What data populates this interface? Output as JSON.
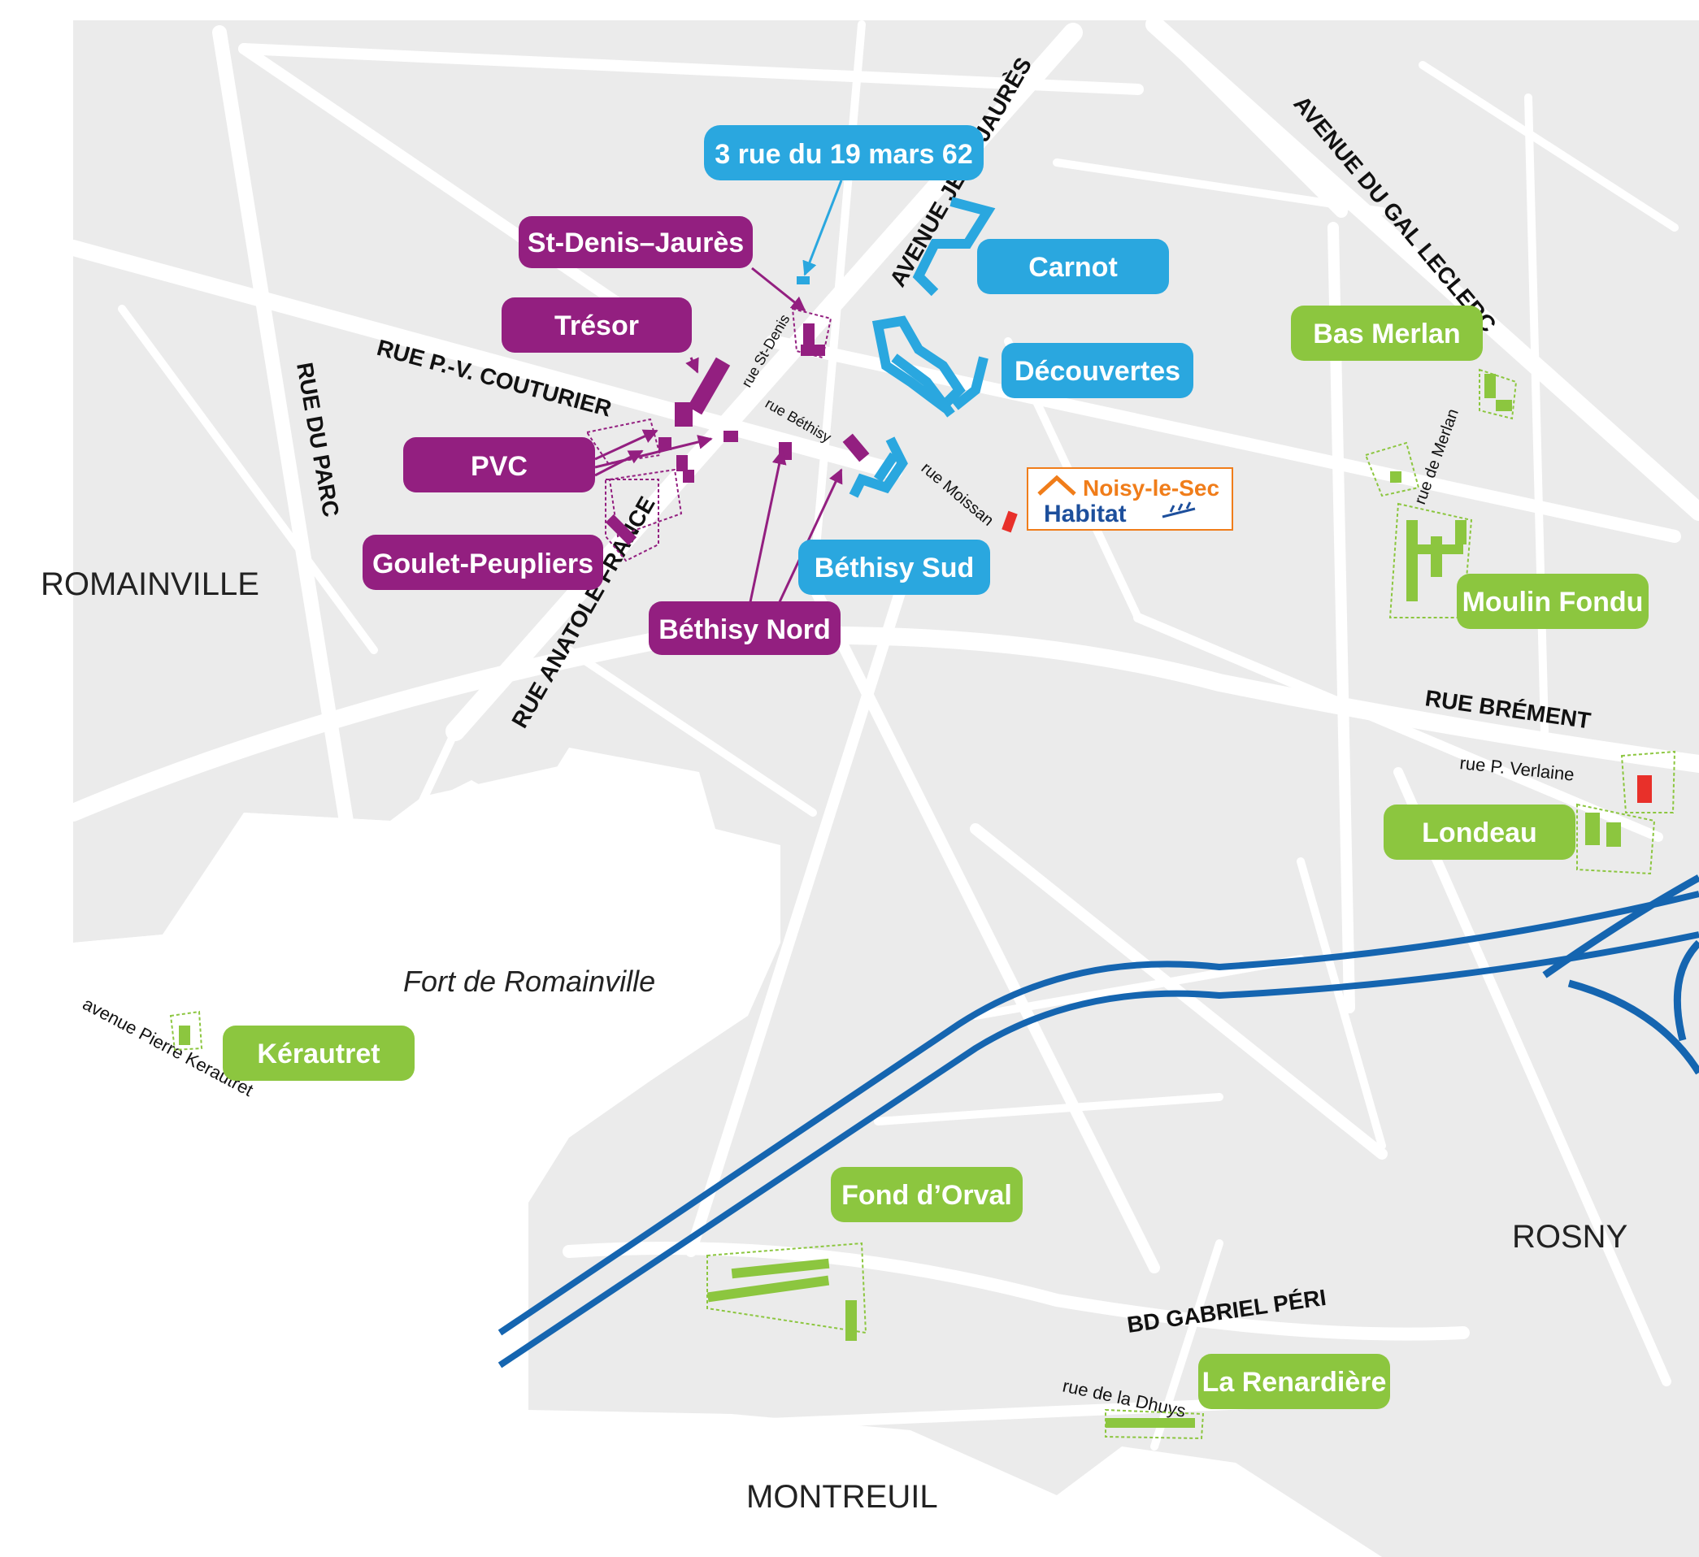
{
  "colors": {
    "background": "#ffffff",
    "land": "#ebebeb",
    "road": "#ffffff",
    "highway": "#1565b0",
    "purple": "#931f80",
    "blue": "#2aa7df",
    "green": "#8cc63f",
    "red": "#e8302a"
  },
  "towns": {
    "romainville": "ROMAINVILLE",
    "rosny": "ROSNY",
    "montreuil": "MONTREUIL",
    "fort": "Fort de Romainville"
  },
  "streets": {
    "jean_jaures": "AVENUE JEAN-JAURÈS",
    "gal_leclerc": "AVENUE DU GAL LECLERC",
    "couturier": "RUE P.-V. COUTURIER",
    "parc": "RUE DU PARC",
    "anatole_france": "RUE ANATOLE FRANCE",
    "brement": "RUE BRÉMENT",
    "gabriel_peri": "BD GABRIEL PÉRI",
    "st_denis": "rue St-Denis",
    "bethisy": "rue Béthisy",
    "moissan": "rue Moissan",
    "merlan": "rue de Merlan",
    "verlaine": "rue P. Verlaine",
    "kerautret": "avenue Pierre Kerautret",
    "dhuys": "rue de la Dhuys"
  },
  "labels": {
    "st_denis_jaures": "St-Denis–Jaurès",
    "tresor": "Trésor",
    "pvc": "PVC",
    "goulet": "Goulet-Peupliers",
    "bethisy_nord": "Béthisy Nord",
    "rue_19_mars": "3 rue du 19 mars 62",
    "carnot": "Carnot",
    "decouvertes": "Découvertes",
    "bethisy_sud": "Béthisy Sud",
    "bas_merlan": "Bas Merlan",
    "moulin_fondu": "Moulin Fondu",
    "londeau": "Londeau",
    "kerautret": "Kérautret",
    "fond_orval": "Fond d’Orval",
    "renardiere": "La Renardière"
  },
  "logo": {
    "line1": "Noisy-le-Sec",
    "line2": "Habitat"
  }
}
